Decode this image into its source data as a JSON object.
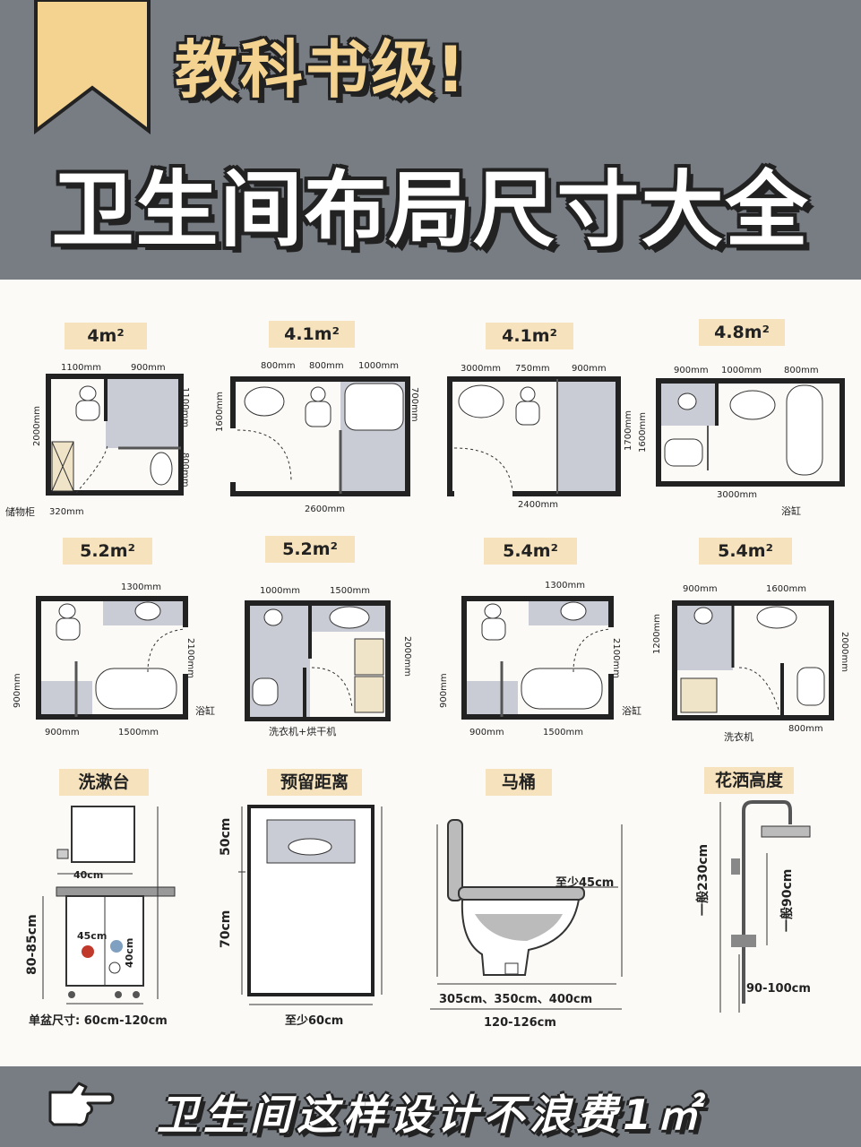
{
  "header": {
    "line1": "教科书级!",
    "line2": "卫生间布局尺寸大全"
  },
  "plans_row1": [
    {
      "area": "4m²",
      "dims": [
        "1100mm",
        "900mm",
        "1100mm",
        "2000mm",
        "800mm",
        "320mm"
      ],
      "note": "储物柜"
    },
    {
      "area": "4.1m²",
      "dims": [
        "800mm",
        "800mm",
        "1000mm",
        "1600mm",
        "700mm",
        "2600mm"
      ]
    },
    {
      "area": "4.1m²",
      "dims": [
        "3000mm",
        "750mm",
        "900mm",
        "1700mm",
        "2400mm"
      ]
    },
    {
      "area": "4.8m²",
      "dims": [
        "900mm",
        "1000mm",
        "800mm",
        "1600mm",
        "3000mm"
      ],
      "note": "浴缸"
    }
  ],
  "plans_row2": [
    {
      "area": "5.2m²",
      "dims": [
        "1300mm",
        "2100mm",
        "900mm",
        "900mm",
        "1500mm"
      ],
      "note": "浴缸"
    },
    {
      "area": "5.2m²",
      "dims": [
        "1000mm",
        "1500mm",
        "2000mm"
      ],
      "note": "洗衣机+烘干机"
    },
    {
      "area": "5.4m²",
      "dims": [
        "1300mm",
        "2100mm",
        "900mm",
        "900mm",
        "1500mm"
      ],
      "note": "浴缸"
    },
    {
      "area": "5.4m²",
      "dims": [
        "900mm",
        "1600mm",
        "1200mm",
        "2000mm",
        "800mm"
      ],
      "note": "洗衣机"
    }
  ],
  "bottom": {
    "basin": {
      "title": "洗漱台",
      "d40": "40cm",
      "d45": "45cm",
      "d40b": "40cm",
      "height": "80-85cm",
      "width": "单盆尺寸: 60cm-120cm"
    },
    "clearance": {
      "title": "预留距离",
      "d50": "50cm",
      "d70": "70cm",
      "width": "至少60cm"
    },
    "toilet": {
      "title": "马桶",
      "front": "至少45cm",
      "depth": "305cm、350cm、400cm",
      "total": "120-126cm"
    },
    "shower": {
      "title": "花洒高度",
      "h1": "一般230cm",
      "h2": "一般90cm",
      "h3": "90-100cm"
    }
  },
  "footer": {
    "text": "卫生间这样设计不浪费1㎡"
  },
  "colors": {
    "header": "#787d84",
    "accent": "#f3d38f",
    "label_bg": "#f6e3bd",
    "wet_area": "#c9ccd4"
  }
}
